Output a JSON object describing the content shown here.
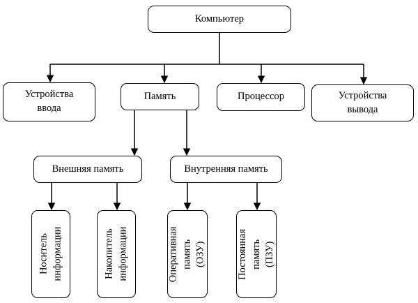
{
  "diagram": {
    "root": "Компьютер",
    "level1": {
      "input": "Устройства\nввода",
      "memory": "Память",
      "processor": "Процессор",
      "output": "Устройства\nвывода"
    },
    "level2": {
      "external": "Внешняя память",
      "internal": "Внутренняя память"
    },
    "level3": {
      "carrier": "Носитель\nинформации",
      "storage": "Накопитель\nинформации",
      "ram": "Оперативная\nпамять (ОЗУ)",
      "rom": "Постоянная\nпамять (ПЗУ)"
    }
  }
}
